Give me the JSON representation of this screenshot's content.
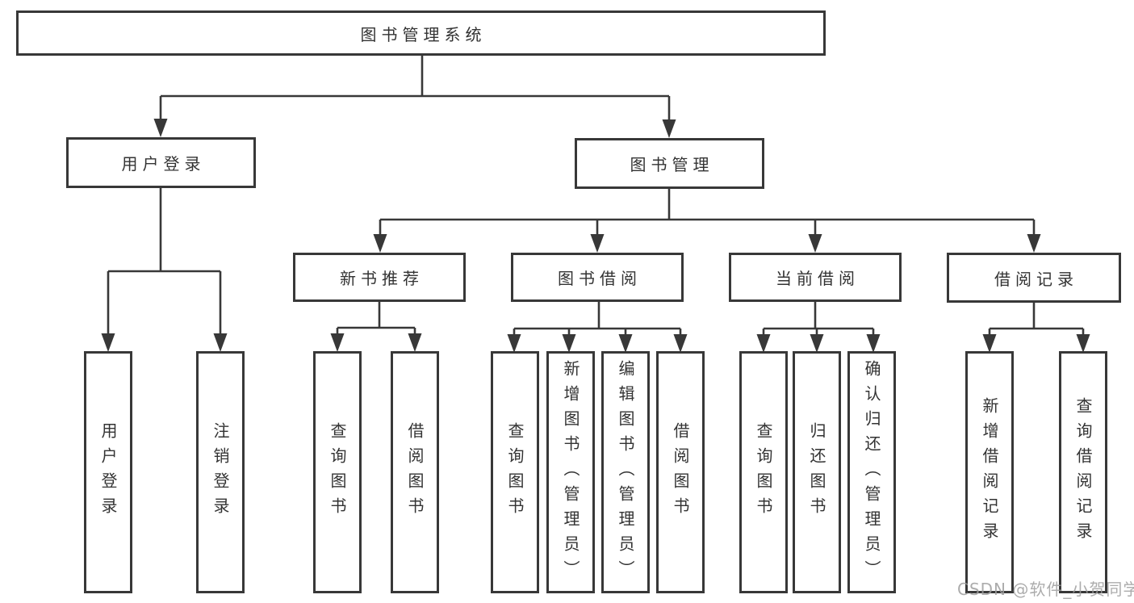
{
  "tree": {
    "label": "图书管理系统",
    "children": [
      {
        "label": "用户登录",
        "children": [
          {
            "label": "用户登录"
          },
          {
            "label": "注销登录"
          }
        ]
      },
      {
        "label": "图书管理",
        "children": [
          {
            "label": "新书推荐",
            "children": [
              {
                "label": "查询图书"
              },
              {
                "label": "借阅图书"
              }
            ]
          },
          {
            "label": "图书借阅",
            "children": [
              {
                "label": "查询图书"
              },
              {
                "label": "新增图书（管理员）"
              },
              {
                "label": "编辑图书（管理员）"
              },
              {
                "label": "借阅图书"
              }
            ]
          },
          {
            "label": "当前借阅",
            "children": [
              {
                "label": "查询图书"
              },
              {
                "label": "归还图书"
              },
              {
                "label": "确认归还（管理员）"
              }
            ]
          },
          {
            "label": "借阅记录",
            "children": [
              {
                "label": "新增借阅记录"
              },
              {
                "label": "查询借阅记录"
              }
            ]
          }
        ]
      }
    ]
  },
  "watermark": {
    "text": "CSDN @软件_小贺同学"
  },
  "colors": {
    "line": "#383838",
    "text": "#333333",
    "watermark": "#9e9e9e",
    "background": "#ffffff"
  }
}
